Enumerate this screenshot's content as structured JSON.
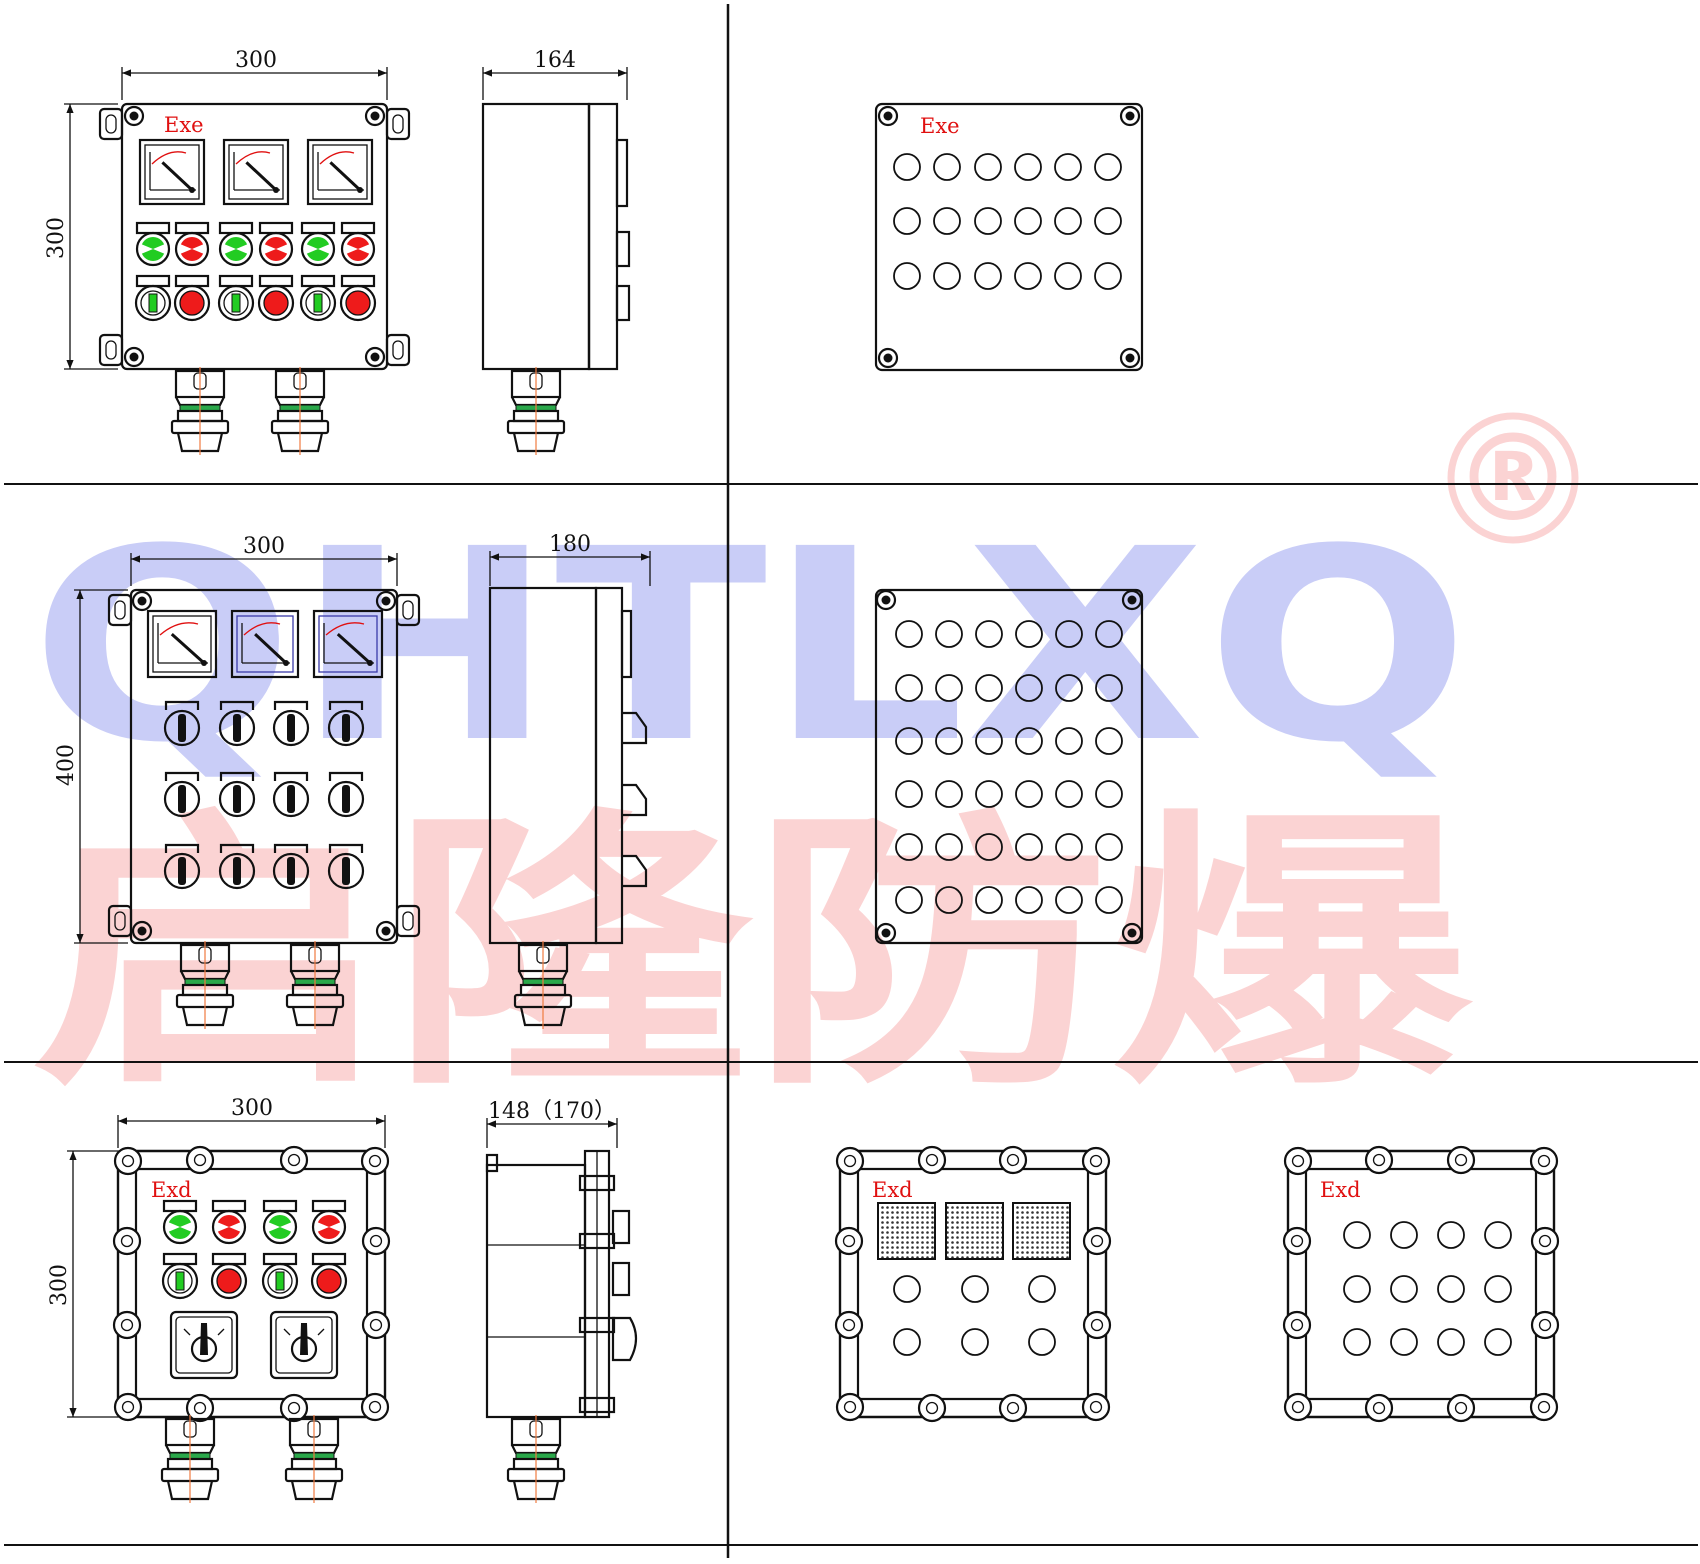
{
  "watermark": {
    "latin": "QHTLXQ",
    "cjk": "启隆防爆",
    "registered": "®",
    "colors": {
      "latin": "#c9cdf7",
      "cjk": "#fbd3d3",
      "registered": "#fbd3d3"
    }
  },
  "colors": {
    "ink": "#111111",
    "marking": "#e01010",
    "green": "#22cc22",
    "red": "#ee1b1b",
    "centerline": "#f07a40",
    "cable_gland_band": "#2aa84a"
  },
  "panels": [
    {
      "front_width": "300",
      "front_height": "300",
      "side_depth": "164",
      "marking": "Exe",
      "blank_marking": "Exe",
      "meters": 3,
      "indicator_lights": 6,
      "pushbuttons": 6,
      "blank_holes": "3 x 6"
    },
    {
      "front_width": "300",
      "front_height": "400",
      "side_depth": "180",
      "meters": 3,
      "rotary_switches": 12,
      "blank_holes": "6 x 6"
    },
    {
      "front_width": "300",
      "front_height": "300",
      "side_depth": "148（170）",
      "marking": "Exd",
      "blank_a_marking": "Exd",
      "blank_b_marking": "Exd",
      "indicator_lights": 4,
      "pushbuttons": 4,
      "selector_switches": 2,
      "blank_a_windows": 3,
      "blank_a_holes": "2 x 3",
      "blank_b_holes": "3 x 4"
    }
  ]
}
